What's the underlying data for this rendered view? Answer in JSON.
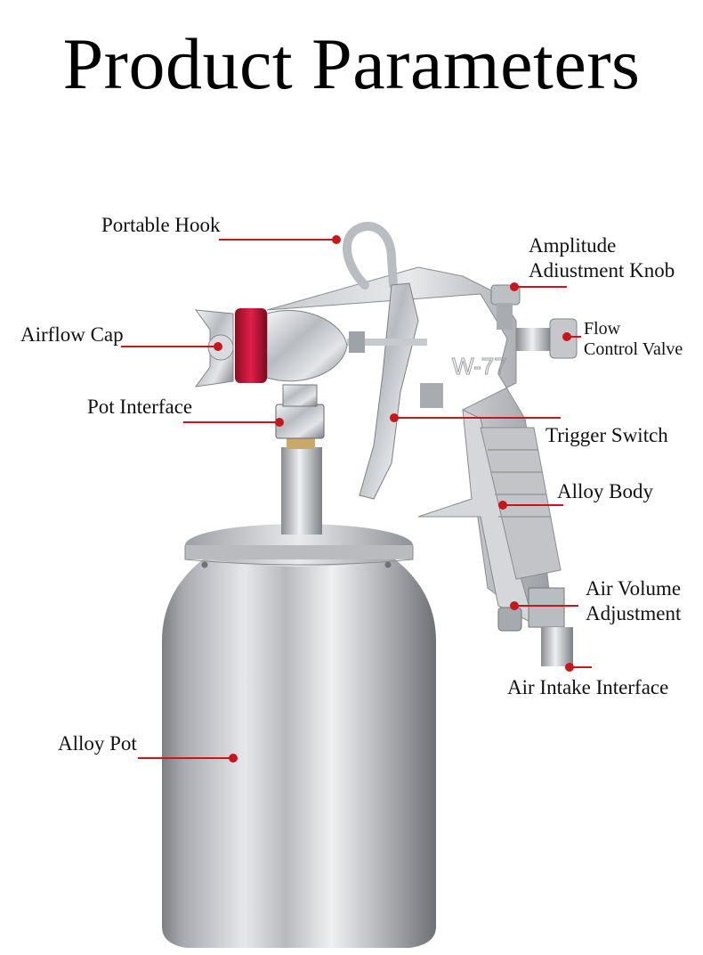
{
  "page": {
    "title": "Product Parameters",
    "accent_color": "#c8161d",
    "product_model_marking": "W-77"
  },
  "callouts": [
    {
      "id": "portable-hook",
      "label": "Portable Hook"
    },
    {
      "id": "amplitude-knob",
      "label_line1": "Amplitude",
      "label_line2": "Adiustment Knob"
    },
    {
      "id": "airflow-cap",
      "label": "Airflow Cap"
    },
    {
      "id": "flow-control-valve",
      "label_line1": "Flow",
      "label_line2": "Control Valve"
    },
    {
      "id": "pot-interface",
      "label": "Pot Interface"
    },
    {
      "id": "trigger-switch",
      "label": "Trigger Switch"
    },
    {
      "id": "alloy-body",
      "label": "Alloy Body"
    },
    {
      "id": "air-volume",
      "label_line1": "Air Volume",
      "label_line2": "Adjustment"
    },
    {
      "id": "air-intake",
      "label": "Air Intake Interface"
    },
    {
      "id": "alloy-pot",
      "label": "Alloy Pot"
    }
  ]
}
